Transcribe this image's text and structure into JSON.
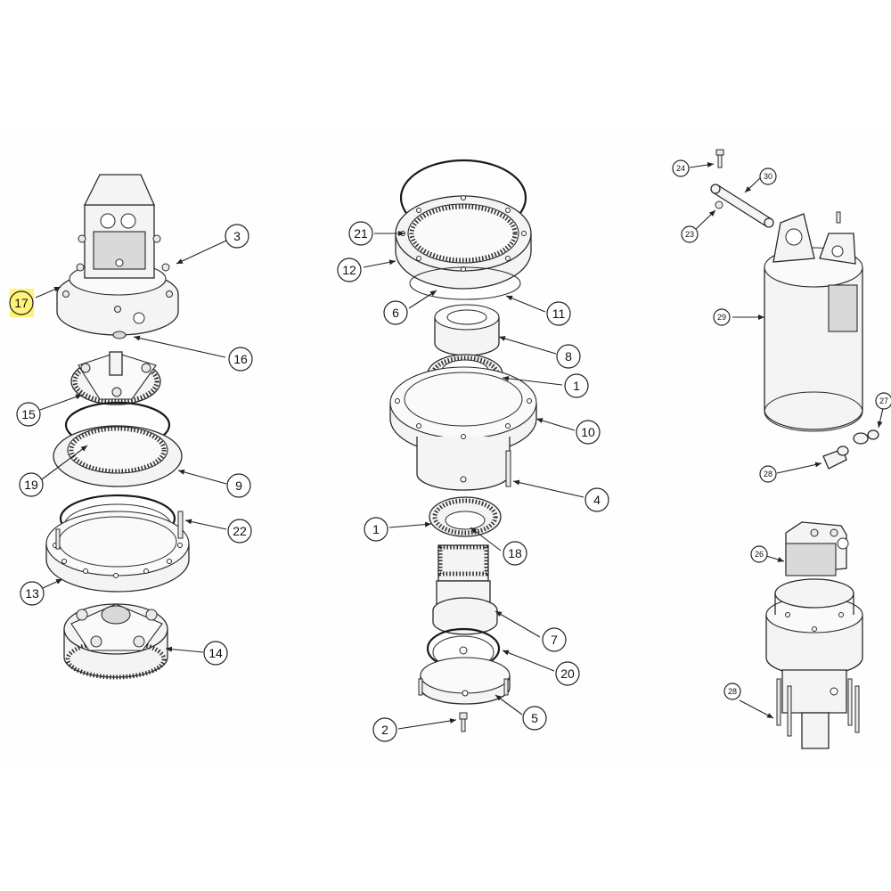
{
  "callouts": {
    "c1a": "1",
    "c1b": "1",
    "c2": "2",
    "c3": "3",
    "c4": "4",
    "c5": "5",
    "c6": "6",
    "c7": "7",
    "c8": "8",
    "c9": "9",
    "c10": "10",
    "c11": "11",
    "c12": "12",
    "c13": "13",
    "c14": "14",
    "c15": "15",
    "c16": "16",
    "c17": "17",
    "c18": "18",
    "c19": "19",
    "c20": "20",
    "c21": "21",
    "c22": "22",
    "c23": "23",
    "c24": "24",
    "c26": "26",
    "c27": "27",
    "c28a": "28",
    "c28b": "28",
    "c29": "29",
    "c30": "30"
  },
  "highlighted_callout": "17",
  "colors": {
    "highlight": "#fff27a",
    "line": "#222222",
    "background": "#ffffff"
  }
}
